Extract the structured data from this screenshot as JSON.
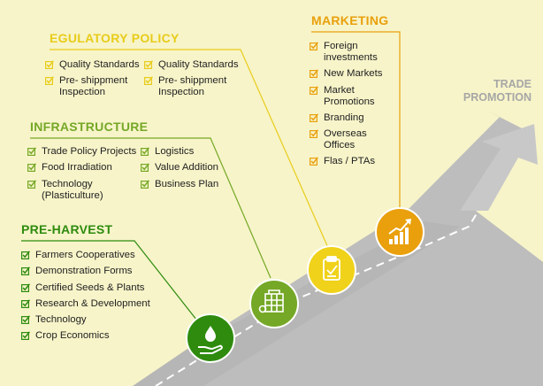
{
  "colors": {
    "background": "#f7f4c9",
    "preharvest": "#2e8b0e",
    "infrastructure": "#75a826",
    "regulatory": "#f0d21a",
    "marketing": "#e9a00c",
    "road": "#bdbdbd",
    "trade_label": "#a6a6a6"
  },
  "trade_label": [
    "TRADE",
    "PROMOTION"
  ],
  "sections": [
    {
      "id": "preharvest",
      "title": "PRE-HARVEST",
      "icon": "water-hand-icon",
      "columns": [
        [
          "Farmers Cooperatives",
          "Demonstration Forms",
          "Certified Seeds & Plants",
          "Research & Development",
          "Technology",
          "Crop Economics"
        ]
      ]
    },
    {
      "id": "infrastructure",
      "title": "INFRASTRUCTURE",
      "icon": "building-globe-icon",
      "columns": [
        [
          "Trade Policy Projects",
          "Food Irradiation",
          "Technology (Plasticulture)"
        ],
        [
          "Logistics",
          "Value Addition",
          "Business Plan"
        ]
      ]
    },
    {
      "id": "regulatory",
      "title": "EGULATORY POLICY",
      "icon": "clipboard-check-icon",
      "columns": [
        [
          "Quality Standards",
          "Pre- shippment Inspection"
        ],
        [
          "Quality Standards",
          "Pre- shippment Inspection"
        ]
      ]
    },
    {
      "id": "marketing",
      "title": "MARKETING",
      "icon": "growth-chart-icon",
      "columns": [
        [
          "Foreign investments",
          "New Markets",
          "Market Promotions",
          "Branding",
          "Overseas Offices",
          "Flas / PTAs"
        ]
      ]
    }
  ]
}
